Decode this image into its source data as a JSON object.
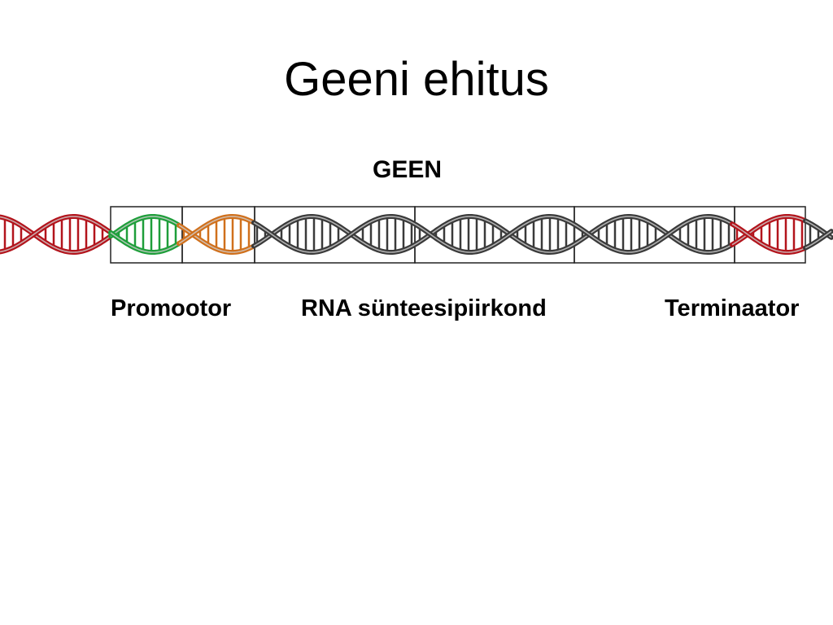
{
  "slide": {
    "title": "Geeni ehitus",
    "gene_label": "GEEN"
  },
  "regions": [
    {
      "id": "promoter",
      "label": "Promootor",
      "color": "#1e9e3a"
    },
    {
      "id": "rna",
      "label": "RNA sünteesipiirkond",
      "color": "#555555"
    },
    {
      "id": "terminator",
      "label": "Terminaator",
      "color": "#b3141c"
    }
  ],
  "colors": {
    "promoter_start": "#b3141c",
    "promoter_green": "#1e9e3a",
    "promoter_orange": "#d0701c",
    "body": "#3a3a3a",
    "terminator": "#b3141c",
    "frame": "#222222"
  }
}
